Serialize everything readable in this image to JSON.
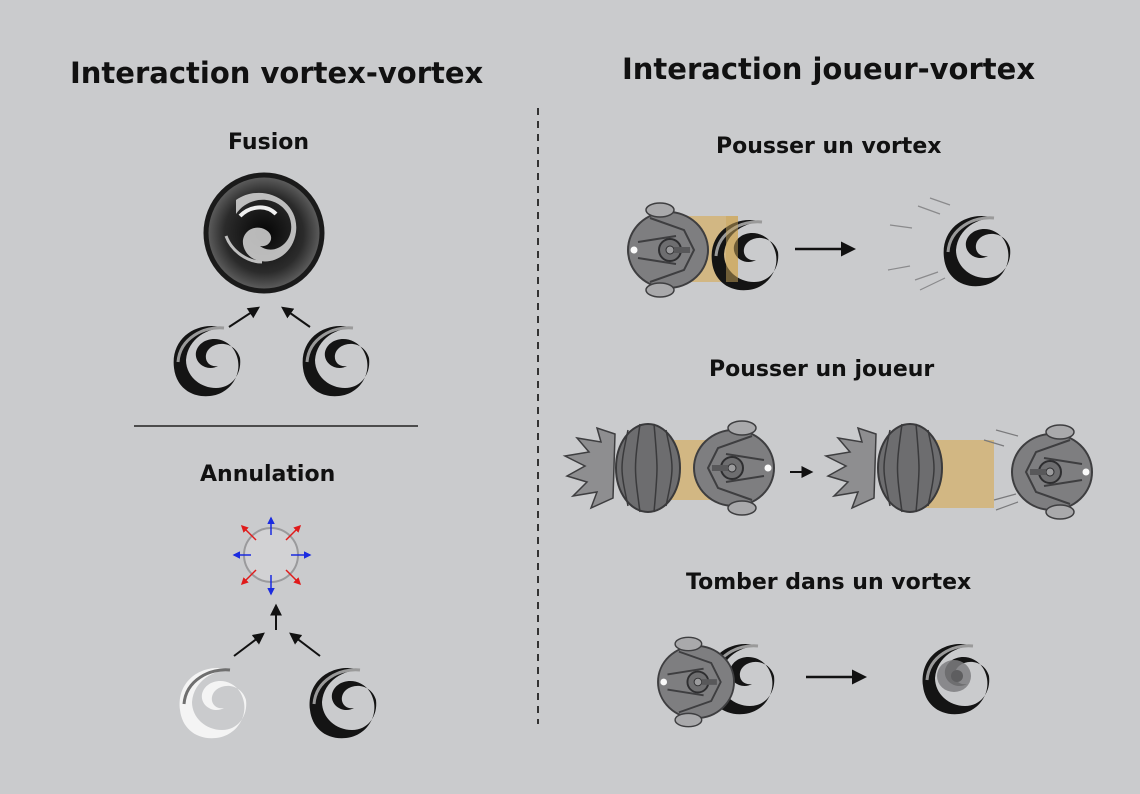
{
  "left_panel": {
    "title": "Interaction vortex-vortex",
    "fusion_label": "Fusion",
    "annulation_label": "Annulation"
  },
  "right_panel": {
    "title": "Interaction joueur-vortex",
    "push_vortex_label": "Pousser un vortex",
    "push_player_label": "Pousser un joueur",
    "fall_vortex_label": "Tomber dans un vortex"
  },
  "colors": {
    "background": "#cacbcd",
    "vortex_dark": "#111111",
    "vortex_light": "#f4f4f4",
    "push_zone": "#d4b06a",
    "cancel_arrow_red": "#e01a1a",
    "cancel_arrow_blue": "#1a2be0"
  }
}
